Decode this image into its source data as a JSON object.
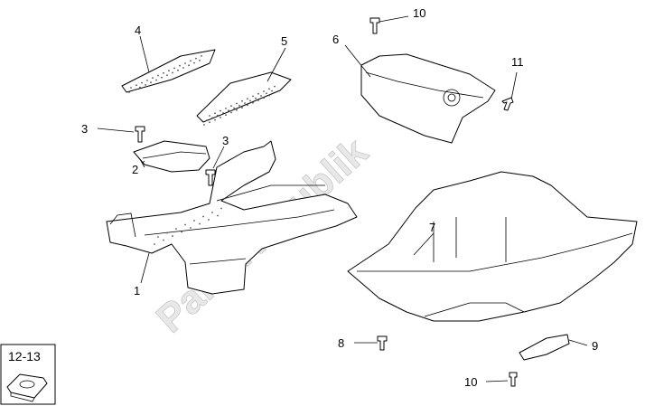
{
  "diagram": {
    "watermark": "PartsRepublik",
    "callouts": [
      {
        "id": "4",
        "label": "4"
      },
      {
        "id": "5",
        "label": "5"
      },
      {
        "id": "3a",
        "label": "3"
      },
      {
        "id": "3b",
        "label": "3"
      },
      {
        "id": "2",
        "label": "2"
      },
      {
        "id": "1",
        "label": "1"
      },
      {
        "id": "6",
        "label": "6"
      },
      {
        "id": "10a",
        "label": "10"
      },
      {
        "id": "11",
        "label": "11"
      },
      {
        "id": "7",
        "label": "7"
      },
      {
        "id": "8",
        "label": "8"
      },
      {
        "id": "9",
        "label": "9"
      },
      {
        "id": "10b",
        "label": "10"
      }
    ],
    "inset": {
      "label": "12-13"
    }
  }
}
